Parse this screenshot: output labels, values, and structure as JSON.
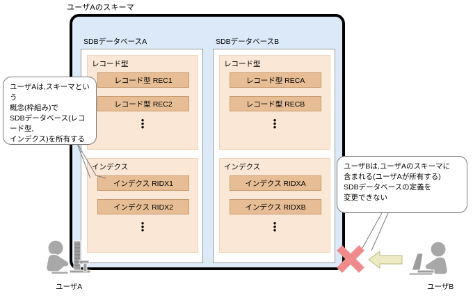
{
  "diagram": {
    "schema_title": "ユーザAのスキーマ",
    "databases": [
      {
        "title": "SDBデータベースA",
        "groups": [
          {
            "name": "record-type",
            "title": "レコード型",
            "items": [
              "レコード型 REC1",
              "レコード型 REC2"
            ],
            "continuation": "⋮"
          },
          {
            "name": "index",
            "title": "インデクス",
            "items": [
              "インデクス RIDX1",
              "インデクス RIDX2"
            ],
            "continuation": "⋮"
          }
        ]
      },
      {
        "title": "SDBデータベースB",
        "groups": [
          {
            "name": "record-type",
            "title": "レコード型",
            "items": [
              "レコード型 RECA",
              "レコード型 RECB"
            ],
            "continuation": "⋮"
          },
          {
            "name": "index",
            "title": "インデクス",
            "items": [
              "インデクス RIDXA",
              "インデクス RIDXB"
            ],
            "continuation": "⋮"
          }
        ]
      }
    ],
    "callouts": {
      "left": "ユーザAは,スキーマという\n概念(枠組み)で\nSDBデータベース(レコード型,\nインデクス)を所有する",
      "right": "ユーザBは,ユーザAのスキーマに\n含まれる(ユーザAが所有する)\nSDBデータベースの定義を\n変更できない"
    },
    "actors": {
      "user_a_label": "ユーザA",
      "user_b_label": "ユーザB"
    },
    "marks": {
      "prohibition": "x-mark",
      "direction": "left-arrow"
    },
    "colors": {
      "schema_fill": "#dbe9f8",
      "schema_border": "#000000",
      "db_fill": "#ffffff",
      "group_fill": "#fbe7d6",
      "item_fill": "#e6bd95",
      "item_border": "#c79a6e",
      "x_mark": "#f08b8b",
      "arrow_fill": "#ecebc4",
      "figure_gray": "#a8a8a8"
    }
  }
}
